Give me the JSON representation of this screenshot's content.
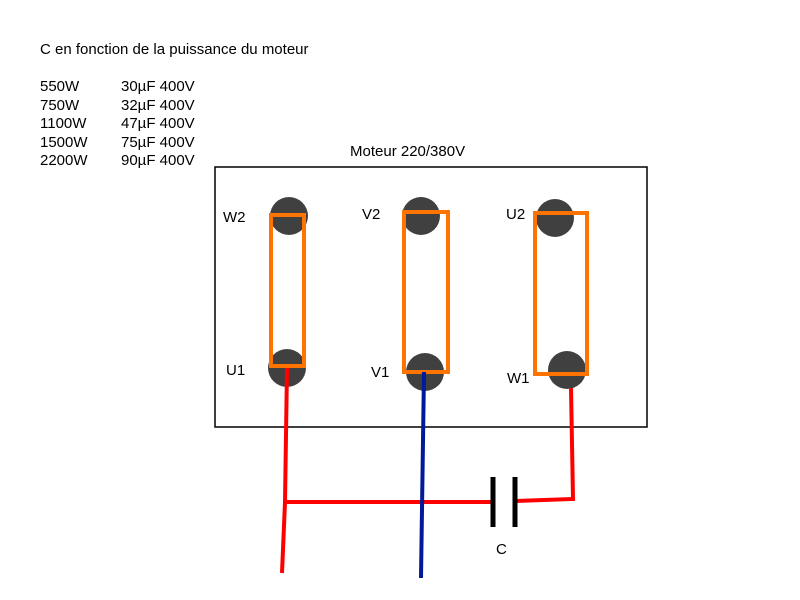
{
  "title": "C en fonction de la puissance du moteur",
  "capacitor_table": [
    {
      "power": "550W",
      "capacitor": "30µF 400V"
    },
    {
      "power": "750W",
      "capacitor": "32µF 400V"
    },
    {
      "power": "1100W",
      "capacitor": "47µF 400V"
    },
    {
      "power": "1500W",
      "capacitor": "75µF 400V"
    },
    {
      "power": "2200W",
      "capacitor": "90µF 400V"
    }
  ],
  "motor": {
    "label": "Moteur 220/380V",
    "terminals": {
      "w2": "W2",
      "v2": "V2",
      "u2": "U2",
      "u1": "U1",
      "v1": "V1",
      "w1": "W1"
    }
  },
  "capacitor_label": "C",
  "colors": {
    "terminal": "#404040",
    "bridge": "#ff7300",
    "phase_wire": "#ff0000",
    "neutral_wire": "#001a99",
    "outline": "#000000"
  }
}
